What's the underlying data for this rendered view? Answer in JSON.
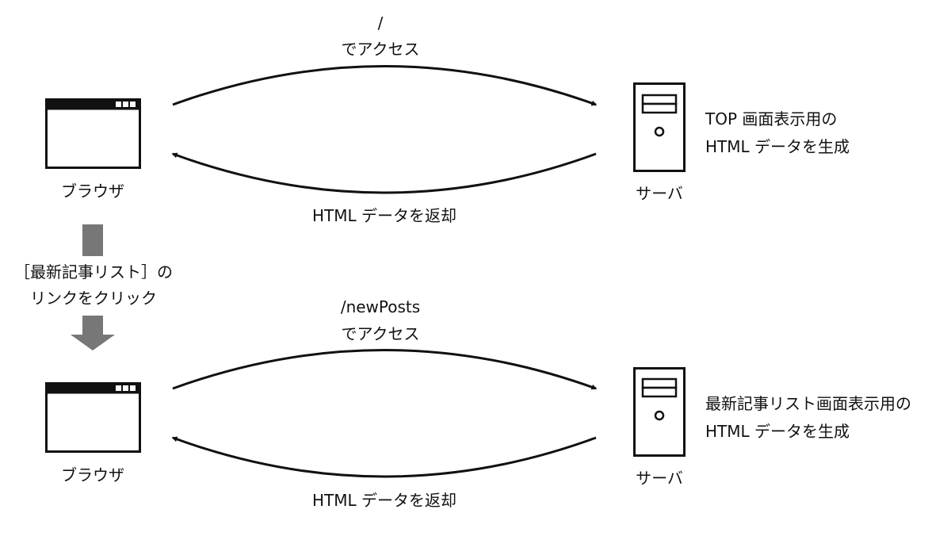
{
  "section1": {
    "request_path": "/",
    "request_suffix": "でアクセス",
    "client_label": "ブラウザ",
    "server_label": "サーバ",
    "server_note_line1": "TOP 画面表示用の",
    "server_note_line2": "HTML データを生成",
    "response_label": "HTML データを返却"
  },
  "transition": {
    "line1": "［最新記事リスト］の",
    "line2": "リンクをクリック"
  },
  "section2": {
    "request_path": "/newPosts",
    "request_suffix": "でアクセス",
    "client_label": "ブラウザ",
    "server_label": "サーバ",
    "server_note_line1": "最新記事リスト画面表示用の",
    "server_note_line2": "HTML データを生成",
    "response_label": "HTML データを返却"
  }
}
